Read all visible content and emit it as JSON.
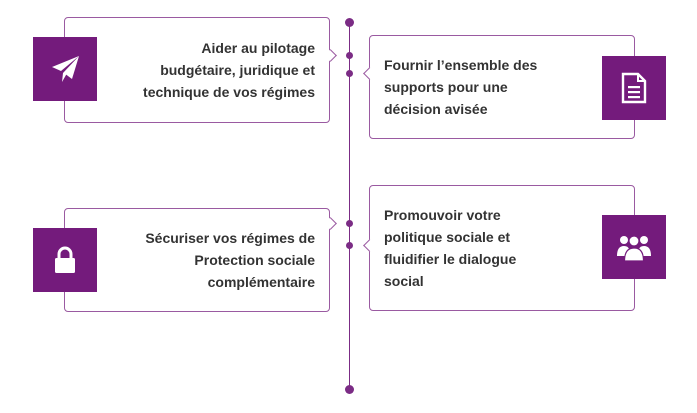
{
  "timeline": {
    "accent_color": "#741b7c",
    "border_color": "#9a5aa1",
    "items": [
      {
        "side": "left",
        "icon": "paper-plane-icon",
        "lines": [
          "Aider au pilotage",
          "budgétaire, juridique et",
          "technique de vos régimes"
        ]
      },
      {
        "side": "right",
        "icon": "document-icon",
        "lines": [
          "Fournir l’ensemble des",
          "supports pour une",
          "décision avisée"
        ]
      },
      {
        "side": "left",
        "icon": "lock-icon",
        "lines": [
          "Sécuriser vos régimes de",
          "Protection sociale",
          "complémentaire"
        ]
      },
      {
        "side": "right",
        "icon": "group-icon",
        "lines": [
          "Promouvoir votre",
          "politique sociale et",
          "fluidifier le dialogue",
          "social"
        ]
      }
    ]
  }
}
